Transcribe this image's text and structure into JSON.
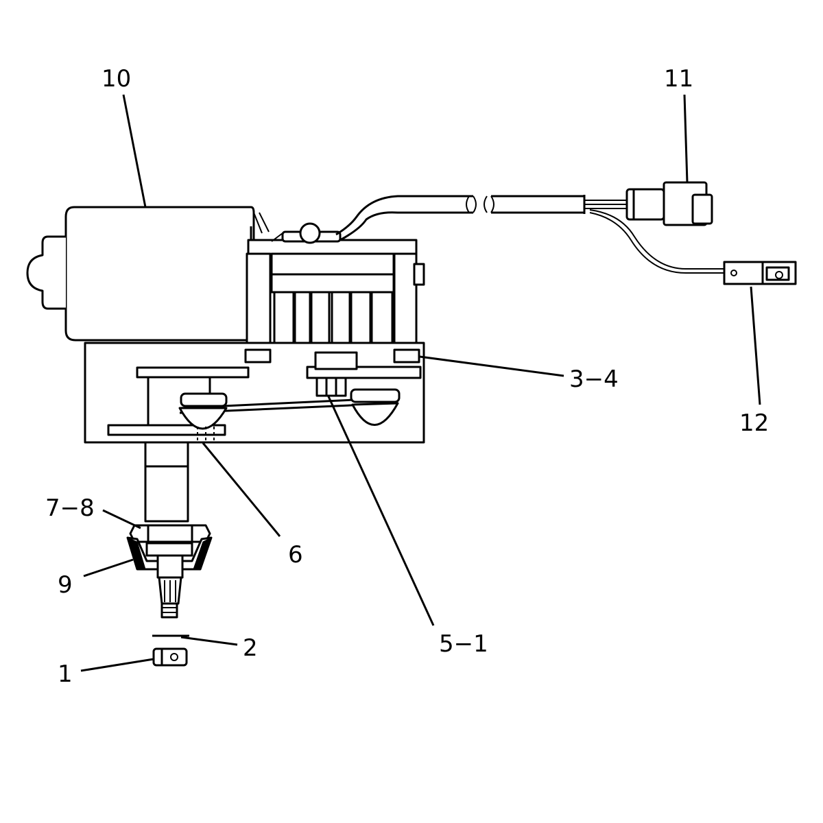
{
  "callouts": [
    {
      "id": "c1",
      "text": "1"
    },
    {
      "id": "c2",
      "text": "2"
    },
    {
      "id": "c34",
      "text": "3−4"
    },
    {
      "id": "c51",
      "text": "5−1"
    },
    {
      "id": "c6",
      "text": "6"
    },
    {
      "id": "c78",
      "text": "7−8"
    },
    {
      "id": "c9",
      "text": "9"
    },
    {
      "id": "c10",
      "text": "10"
    },
    {
      "id": "c11",
      "text": "11"
    },
    {
      "id": "c12",
      "text": "12"
    }
  ],
  "colors": {
    "line": "#000000",
    "background": "#ffffff"
  }
}
